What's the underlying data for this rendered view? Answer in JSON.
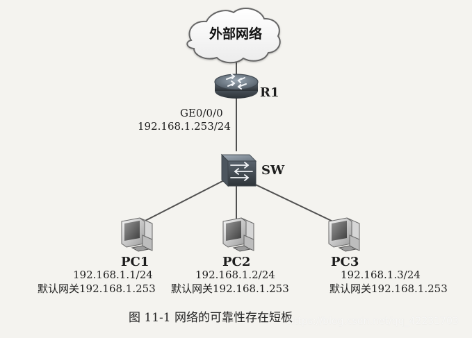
{
  "cloud": {
    "label": "外部网络"
  },
  "router": {
    "name": "R1",
    "interface": "GE0/0/0",
    "ip": "192.168.1.253/24"
  },
  "switch": {
    "name": "SW"
  },
  "pcs": [
    {
      "name": "PC1",
      "ip": "192.168.1.1/24",
      "gateway": "默认网关192.168.1.253"
    },
    {
      "name": "PC2",
      "ip": "192.168.1.2/24",
      "gateway": "默认网关192.168.1.253"
    },
    {
      "name": "PC3",
      "ip": "192.168.1.3/24",
      "gateway": "默认网关192.168.1.253"
    }
  ],
  "caption": "图 11-1   网络的可靠性存在短板",
  "watermark": "https://blog.csdn.net/qq_42231703"
}
